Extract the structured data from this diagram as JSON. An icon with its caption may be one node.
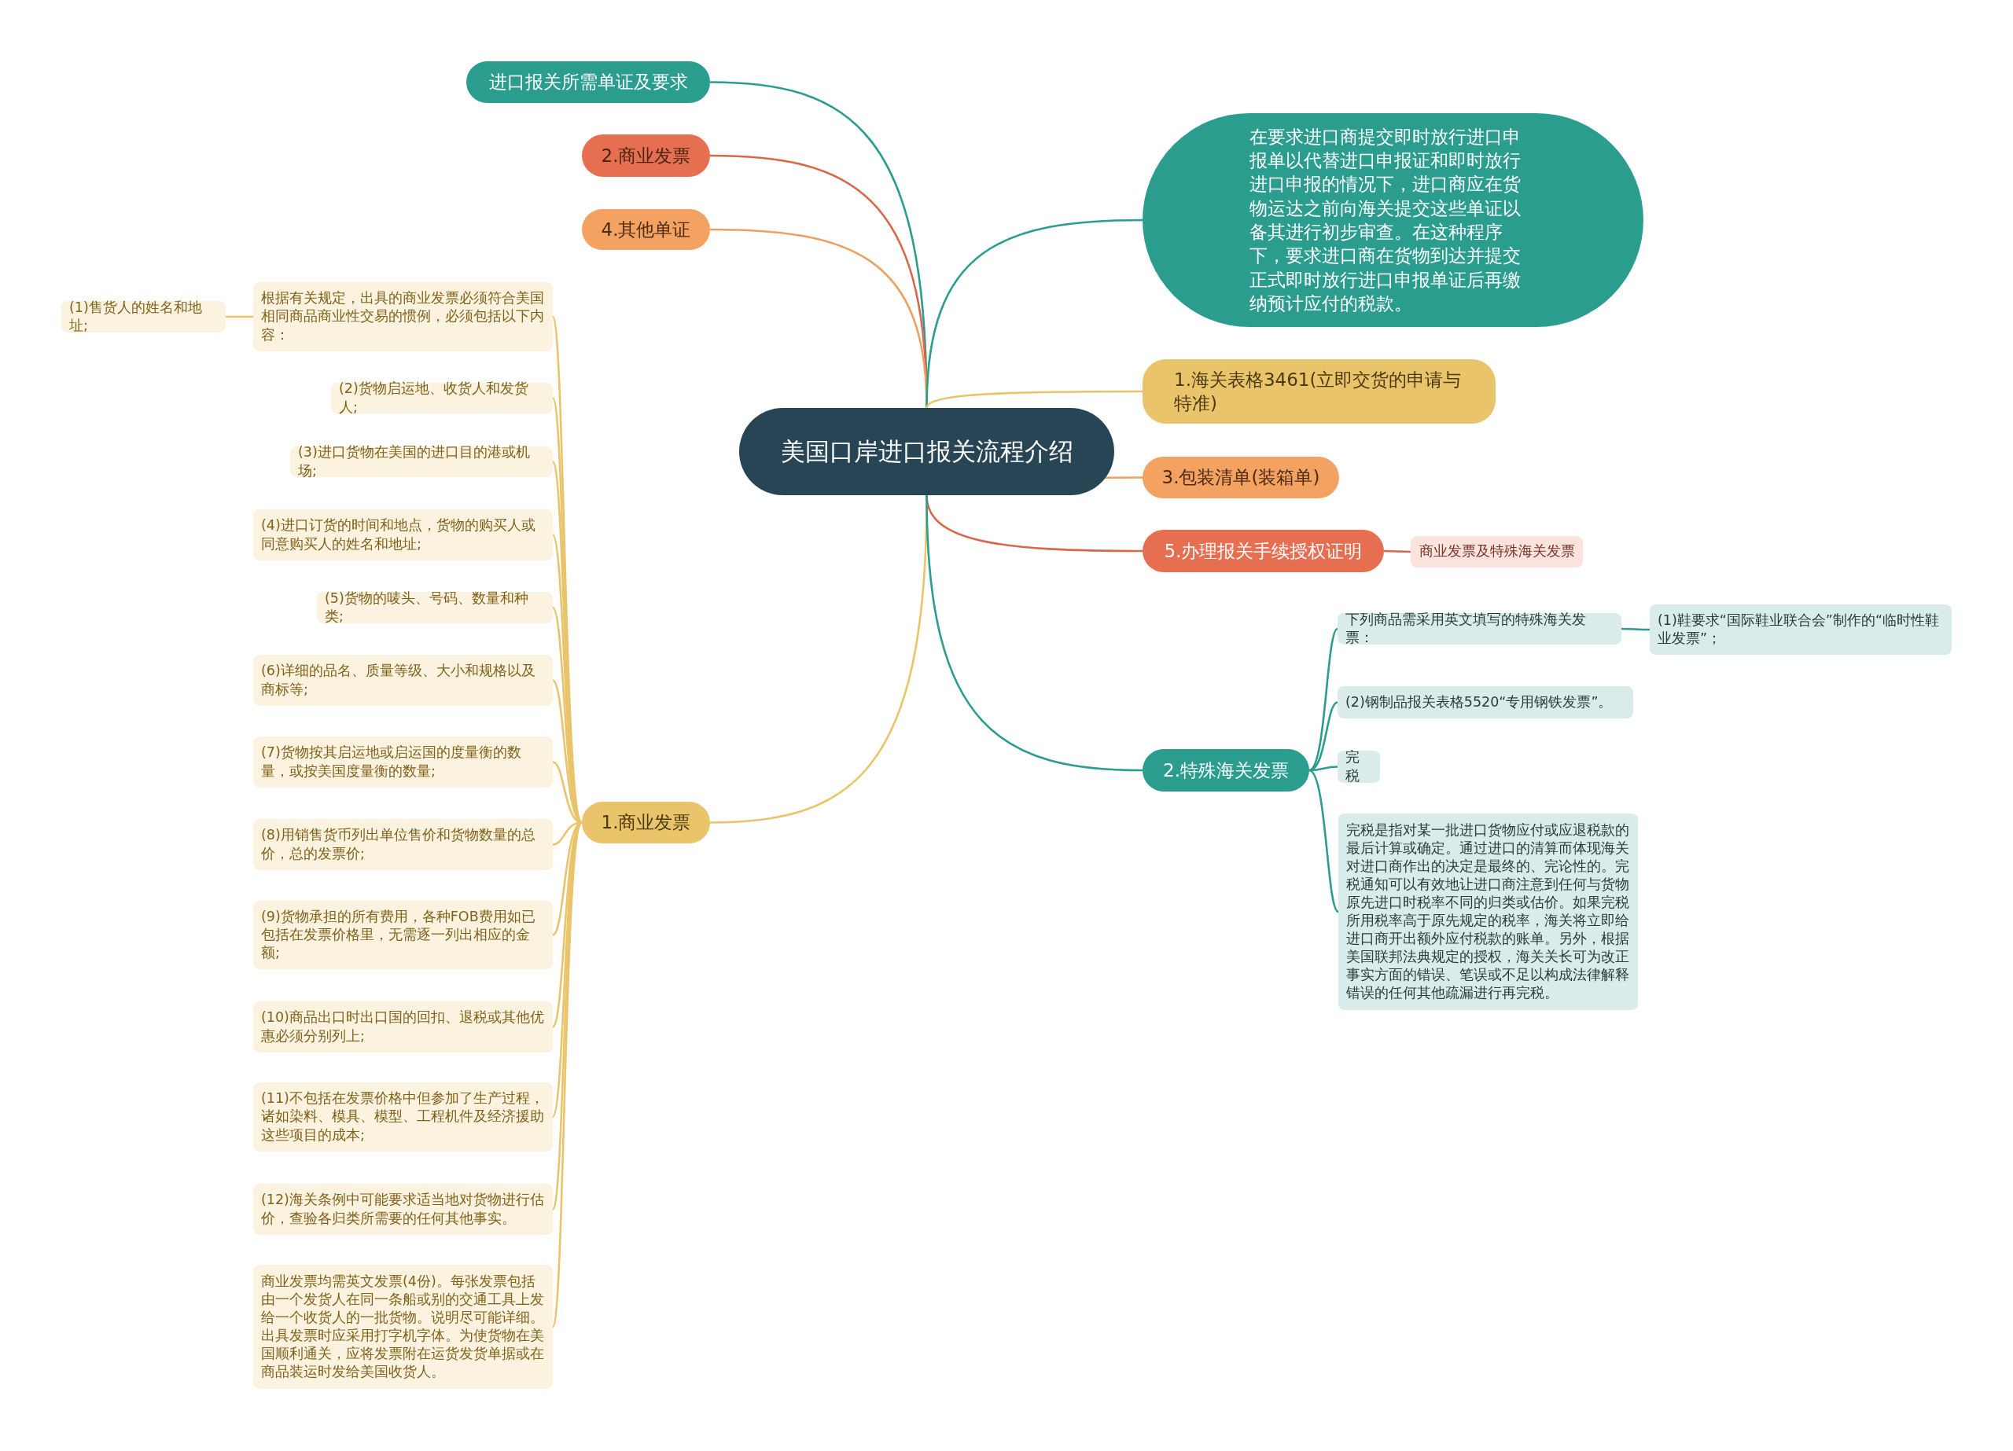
{
  "diagram": {
    "nodes": [
      {
        "text": [
          "美国口岸进口报关流程介绍"
        ]
      },
      {
        "text": [
          "进口报关所需单证及要求"
        ]
      },
      {
        "text": [
          "2.商业发票"
        ]
      },
      {
        "text": [
          "4.其他单证"
        ]
      },
      {
        "text": [
          "1.商业发票"
        ]
      },
      {
        "text": [
          "根据有关规定，出具的商业发票必须符合美国相同商品商业性交易的惯例，必须包括以下内容："
        ]
      },
      {
        "text": [
          "(1)售货人的姓名和地址;"
        ]
      },
      {
        "text": [
          "(2)货物启运地、收货人和发货人;"
        ]
      },
      {
        "text": [
          "(3)进口货物在美国的进口目的港或机场;"
        ]
      },
      {
        "text": [
          "(4)进口订货的时间和地点，货物的购买人或同意购买人的姓名和地址;"
        ]
      },
      {
        "text": [
          "(5)货物的唛头、号码、数量和种类;"
        ]
      },
      {
        "text": [
          "(6)详细的品名、质量等级、大小和规格以及商标等;"
        ]
      },
      {
        "text": [
          "(7)货物按其启运地或启运国的度量衡的数量，或按美国度量衡的数量;"
        ]
      },
      {
        "text": [
          "(8)用销售货币列出单位售价和货物数量的总价，总的发票价;"
        ]
      },
      {
        "text": [
          "(9)货物承担的所有费用，各种FOB费用如已包括在发票价格里，无需逐一列出相应的金额;"
        ]
      },
      {
        "text": [
          "(10)商品出口时出口国的回扣、退税或其他优惠必须分别列上;"
        ]
      },
      {
        "text": [
          "(11)不包括在发票价格中但参加了生产过程，诸如染料、模具、模型、工程机件及经济援助这些项目的成本;"
        ]
      },
      {
        "text": [
          "(12)海关条例中可能要求适当地对货物进行估价，查验各归类所需要的任何其他事实。"
        ]
      },
      {
        "text": [
          "商业发票均需英文发票(4份)。每张发票包括由一个发货人在同一条船或别的交通工具上发给一个收货人的一批货物。说明尽可能详细。出具发票时应采用打字机字体。为使货物在美国顺利通关，应将发票附在运货发货单据或在商品装运时发给美国收货人。"
        ]
      },
      {
        "text": [
          "在要求进口商提交即时放行进口申报单以代替进口申报证和即时放行进口申报的情况下，进口商应在货物运达之前向海关提交这些单证以备其进行初步审查。在这种程序下，要求进口商在货物到达并提交正式即时放行进口申报单证后再缴纳预计应付的税款。"
        ]
      },
      {
        "text": [
          "1.海关表格3461(立即交货的申请与特准)"
        ]
      },
      {
        "text": [
          "3.包装清单(装箱单)"
        ]
      },
      {
        "text": [
          "5.办理报关手续授权证明"
        ]
      },
      {
        "text": [
          "商业发票及特殊海关发票"
        ]
      },
      {
        "text": [
          "2.特殊海关发票"
        ]
      },
      {
        "text": [
          "下列商品需采用英文填写的特殊海关发票："
        ]
      },
      {
        "text": [
          "(1)鞋要求“国际鞋业联合会”制作的“临时性鞋业发票”；"
        ]
      },
      {
        "text": [
          "(2)钢制品报关表格5520“专用钢铁发票”。"
        ]
      },
      {
        "text": [
          "完税"
        ]
      },
      {
        "text": [
          "完税是指对某一批进口货物应付或应退税款的最后计算或确定。通过进口的清算而体现海关对进口商作出的决定是最终的、完论性的。完税通知可以有效地让进口商注意到任何与货物原先进口时税率不同的归类或估价。如果完税所用税率高于原先规定的税率，海关将立即给进口商开出额外应付税款的账单。另外，根据美国联邦法典规定的授权，海关关长可为改正事实方面的错误、笔误或不足以构成法律解释错误的任何其他疏漏进行再完税。"
        ]
      }
    ],
    "edges": [
      {
        "from": 0,
        "to": 1,
        "arrow": "none",
        "color": "#2a9d8f"
      },
      {
        "from": 0,
        "to": 2,
        "arrow": "none",
        "color": "#d9684a"
      },
      {
        "from": 0,
        "to": 3,
        "arrow": "none",
        "color": "#eea060"
      },
      {
        "from": 0,
        "to": 4,
        "arrow": "none",
        "color": "#e9c46a"
      },
      {
        "from": 4,
        "to": 5,
        "arrow": "none",
        "color": "#e9c46a"
      },
      {
        "from": 5,
        "to": 6,
        "arrow": "none",
        "color": "#e9c46a"
      },
      {
        "from": 4,
        "to": 7,
        "arrow": "none",
        "color": "#e9c46a"
      },
      {
        "from": 4,
        "to": 8,
        "arrow": "none",
        "color": "#e9c46a"
      },
      {
        "from": 4,
        "to": 9,
        "arrow": "none",
        "color": "#e9c46a"
      },
      {
        "from": 4,
        "to": 10,
        "arrow": "none",
        "color": "#e9c46a"
      },
      {
        "from": 4,
        "to": 11,
        "arrow": "none",
        "color": "#e9c46a"
      },
      {
        "from": 4,
        "to": 12,
        "arrow": "none",
        "color": "#e9c46a"
      },
      {
        "from": 4,
        "to": 13,
        "arrow": "none",
        "color": "#e9c46a"
      },
      {
        "from": 4,
        "to": 14,
        "arrow": "none",
        "color": "#e9c46a"
      },
      {
        "from": 4,
        "to": 15,
        "arrow": "none",
        "color": "#e9c46a"
      },
      {
        "from": 4,
        "to": 16,
        "arrow": "none",
        "color": "#e9c46a"
      },
      {
        "from": 4,
        "to": 17,
        "arrow": "none",
        "color": "#e9c46a"
      },
      {
        "from": 4,
        "to": 18,
        "arrow": "none",
        "color": "#e9c46a"
      },
      {
        "from": 0,
        "to": 19,
        "arrow": "none",
        "color": "#2a9d8f"
      },
      {
        "from": 0,
        "to": 20,
        "arrow": "none",
        "color": "#e9c46a"
      },
      {
        "from": 0,
        "to": 21,
        "arrow": "none",
        "color": "#eea060"
      },
      {
        "from": 0,
        "to": 22,
        "arrow": "none",
        "color": "#d9684a"
      },
      {
        "from": 22,
        "to": 23,
        "arrow": "none",
        "color": "#d9684a"
      },
      {
        "from": 0,
        "to": 24,
        "arrow": "none",
        "color": "#2a9d8f"
      },
      {
        "from": 24,
        "to": 25,
        "arrow": "none",
        "color": "#2a9d8f"
      },
      {
        "from": 25,
        "to": 26,
        "arrow": "none",
        "color": "#2a9d8f"
      },
      {
        "from": 24,
        "to": 27,
        "arrow": "none",
        "color": "#2a9d8f"
      },
      {
        "from": 24,
        "to": 28,
        "arrow": "none",
        "color": "#2a9d8f"
      },
      {
        "from": 24,
        "to": 29,
        "arrow": "none",
        "color": "#2a9d8f"
      }
    ]
  }
}
